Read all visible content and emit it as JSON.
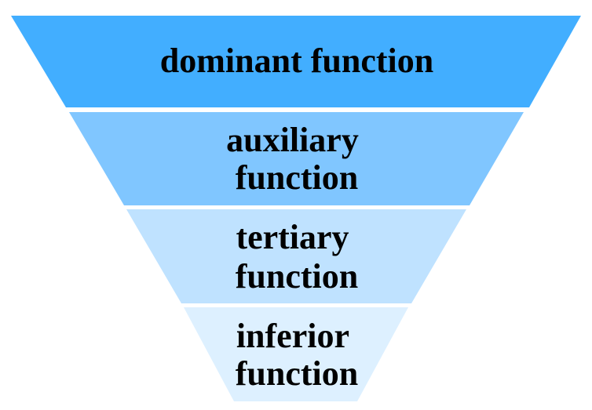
{
  "diagram": {
    "type": "inverted-pyramid",
    "tiers": [
      {
        "lines": [
          "dominant function"
        ],
        "color": "#42AEFF"
      },
      {
        "lines": [
          "auxiliary",
          "function"
        ],
        "color": "#80C6FF"
      },
      {
        "lines": [
          "tertiary",
          "function"
        ],
        "color": "#BFE2FF"
      },
      {
        "lines": [
          "inferior",
          "function"
        ],
        "color": "#DDF0FF"
      }
    ]
  }
}
